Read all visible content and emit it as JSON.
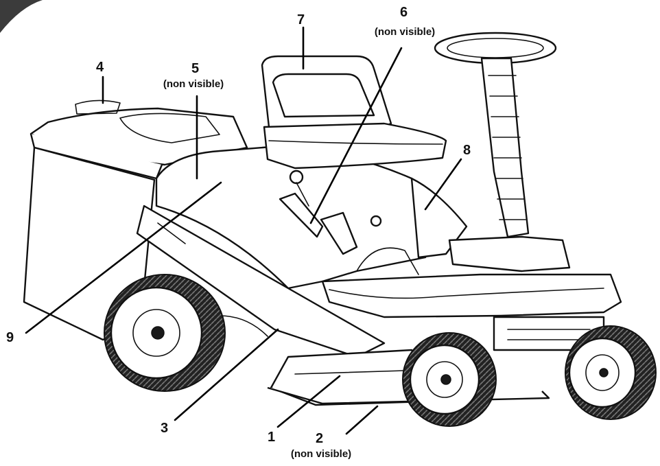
{
  "callouts": [
    {
      "id": "1",
      "label": "1",
      "note": ""
    },
    {
      "id": "2",
      "label": "2",
      "note": "(non visible)"
    },
    {
      "id": "3",
      "label": "3",
      "note": ""
    },
    {
      "id": "4",
      "label": "4",
      "note": ""
    },
    {
      "id": "5",
      "label": "5",
      "note": "(non visible)"
    },
    {
      "id": "6",
      "label": "6",
      "note": "(non visible)"
    },
    {
      "id": "7",
      "label": "7",
      "note": ""
    },
    {
      "id": "8",
      "label": "8",
      "note": ""
    },
    {
      "id": "9",
      "label": "9",
      "note": ""
    }
  ]
}
